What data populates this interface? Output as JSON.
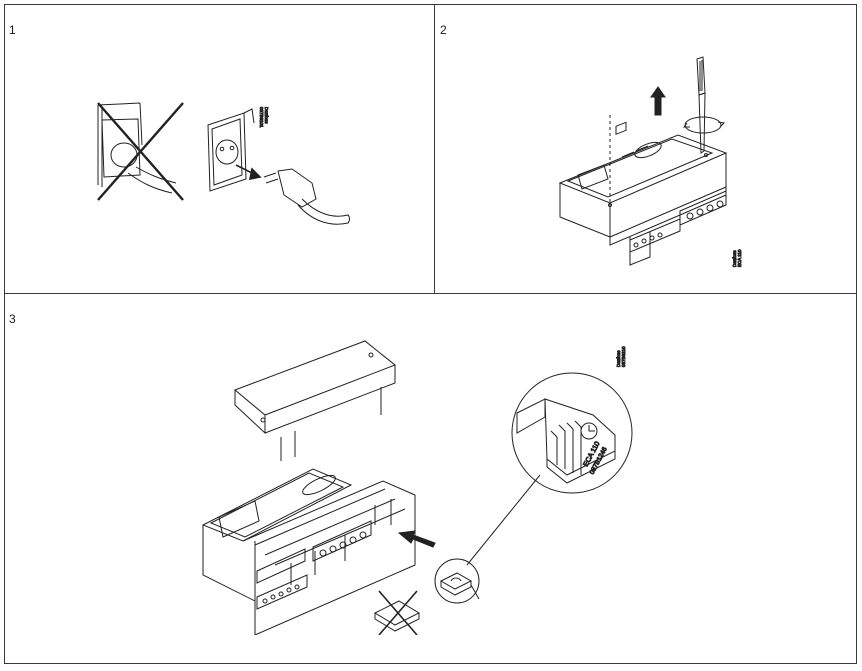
{
  "steps": [
    {
      "number": "1"
    },
    {
      "number": "2"
    },
    {
      "number": "3"
    }
  ],
  "panel1": {
    "brand_code": [
      "Danfoss",
      "087B6101"
    ]
  },
  "panel2": {
    "brand_code": [
      "Danfoss",
      "ECA 110"
    ]
  },
  "panel3": {
    "brand_code": [
      "Danfoss",
      "087B6210"
    ],
    "chip_model": "ECA 110",
    "chip_code": "087B1246"
  }
}
